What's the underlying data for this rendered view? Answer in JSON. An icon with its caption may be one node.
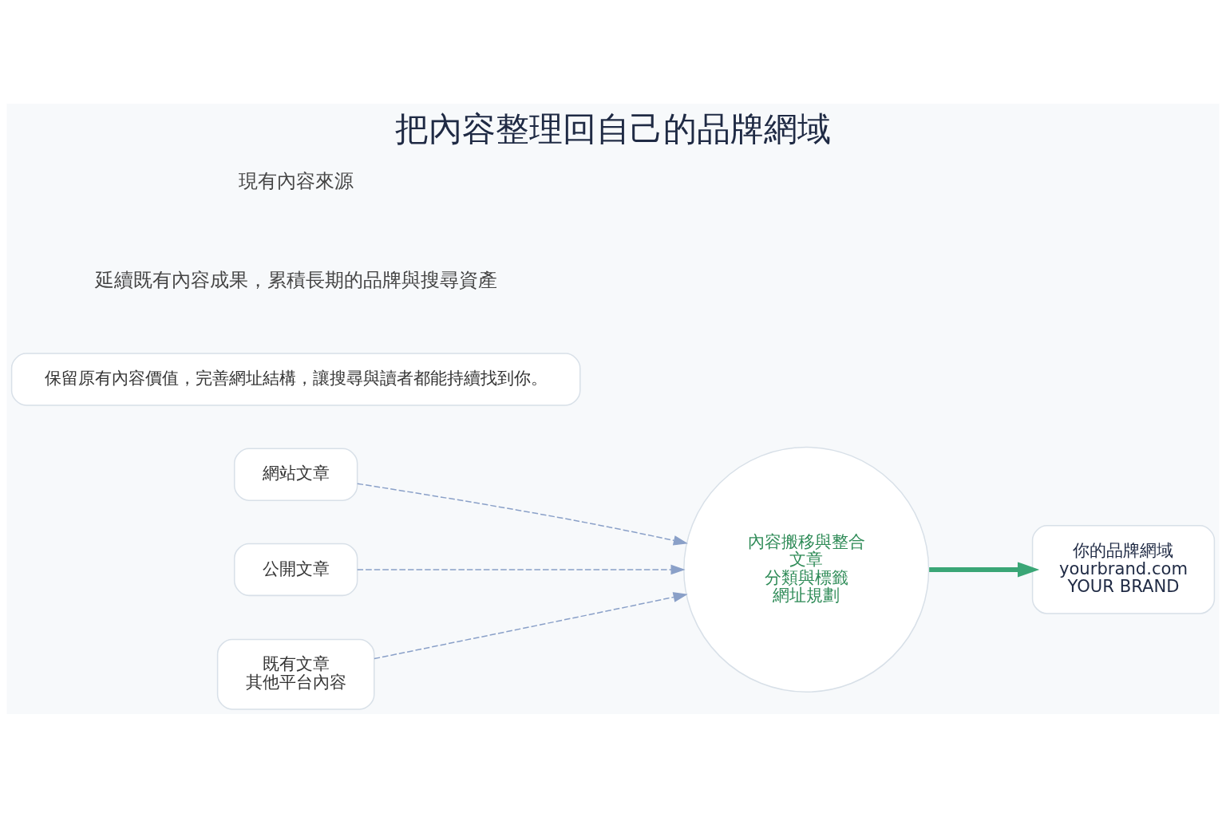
{
  "diagram": {
    "title": "把內容整理回自己的品牌網域",
    "nodes": [
      {
        "text": [
          "網站文章"
        ]
      },
      {
        "text": [
          "公開文章"
        ]
      },
      {
        "text": [
          "既有文章",
          "其他平台內容"
        ]
      },
      {
        "text": [
          "內容搬移與整合",
          "文章",
          "分類與標籤",
          "網址規劃"
        ]
      },
      {
        "text": [
          "你的品牌網域",
          "yourbrand.com",
          "YOUR BRAND"
        ]
      },
      {
        "text": [
          "保留原有內容價值，完善網址結構，讓搜尋與讀者都能持續找到你。"
        ]
      }
    ],
    "edges": [
      {
        "from": 0,
        "to": 3,
        "arrow": "to",
        "style": "dashed"
      },
      {
        "from": 1,
        "to": 3,
        "arrow": "to",
        "style": "dashed"
      },
      {
        "from": 2,
        "to": 3,
        "arrow": "to",
        "style": "dashed"
      },
      {
        "from": 3,
        "to": 4,
        "arrow": "to",
        "style": "thick",
        "color": "#3aa676"
      }
    ],
    "labels": [
      "延續既有內容成果，累積長期的品牌與搜尋資產",
      "現有內容來源"
    ]
  }
}
